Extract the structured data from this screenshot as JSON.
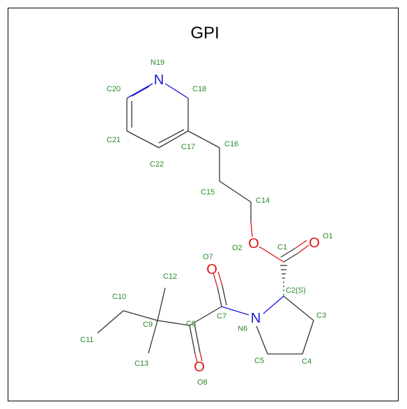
{
  "title": "GPI",
  "atoms": {
    "N19": "N19",
    "C18": "C18",
    "C20": "C20",
    "C21": "C21",
    "C17": "C17",
    "C22": "C22",
    "C16": "C16",
    "C15": "C15",
    "C14": "C14",
    "O1": "O1",
    "O2": "O2",
    "C1": "C1",
    "O7": "O7",
    "C12": "C12",
    "C10": "C10",
    "C7": "C7",
    "C2S": "C2(S)",
    "C9": "C9",
    "C8": "C8",
    "C3": "C3",
    "N6": "N6",
    "C11": "C11",
    "C13": "C13",
    "C5": "C5",
    "C4": "C4",
    "O8": "O8"
  },
  "symbols": {
    "N": "N",
    "O": "O"
  }
}
